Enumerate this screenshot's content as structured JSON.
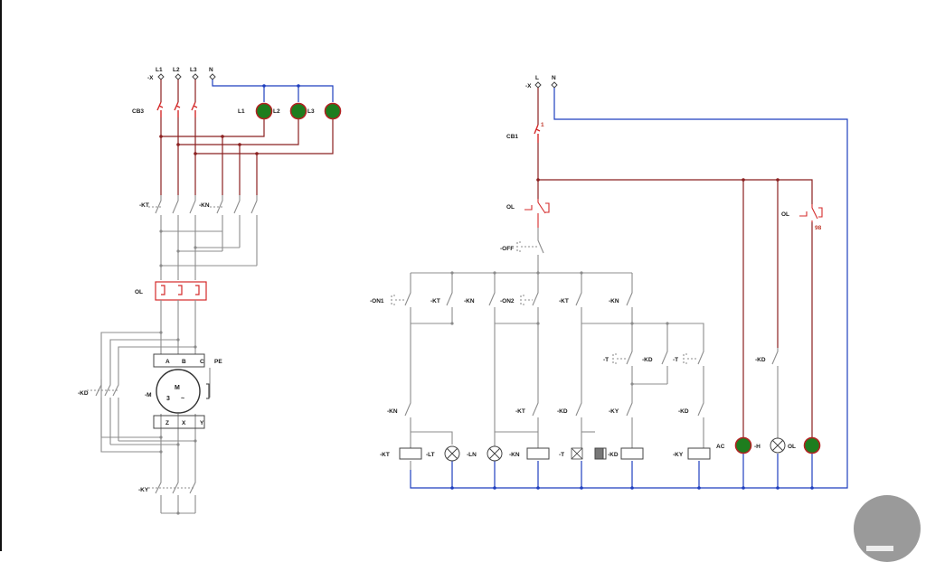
{
  "power_circuit": {
    "supply_marker": "-X",
    "phases": [
      "L1",
      "L2",
      "L3"
    ],
    "neutral": "N",
    "breaker": "CB3",
    "indicator_lamps": [
      "L1",
      "L2",
      "L3"
    ],
    "contactors": [
      "-KT",
      "-KN"
    ],
    "overload": "OL",
    "star_contactor": "-KD",
    "motor": {
      "tag": "-M",
      "name": "M",
      "phases": "3",
      "wave": "~"
    },
    "terminals_top": [
      "A",
      "B",
      "C"
    ],
    "earth": "PE",
    "terminals_bottom": [
      "Z",
      "X",
      "Y"
    ],
    "delta_contactor": "-KY"
  },
  "control_circuit": {
    "supply_marker": "-X",
    "line": "L",
    "neutral": "N",
    "breaker": "CB1",
    "breaker_pin": "1",
    "overload_nc": "OL",
    "overload_no": "OL",
    "overload_pin": "98",
    "stop_button": "-OFF",
    "row1": [
      "-ON1",
      "-KT",
      "-KN",
      "-ON2",
      "-KT",
      "-KN"
    ],
    "row2": [
      "-T",
      "-KD",
      "-T",
      "-KD"
    ],
    "row3": [
      "-KN",
      "-KT",
      "-KD",
      "-KY",
      "-KD"
    ],
    "coils": [
      "-KT",
      "-LT",
      "-LN",
      "-KN",
      "-T",
      "-KD",
      "-KY"
    ],
    "ac_label": "AC",
    "lamp_h": "-H",
    "lamp_ol": "OL"
  },
  "colors": {
    "phase_wire": "#8b2020",
    "neutral_wire": "#1f3fbf",
    "control_wire": "#8c8c8c",
    "lamp_fill": "#1e7d1e",
    "lamp_ring": "#b22222",
    "protect_red": "#d42a2a"
  }
}
